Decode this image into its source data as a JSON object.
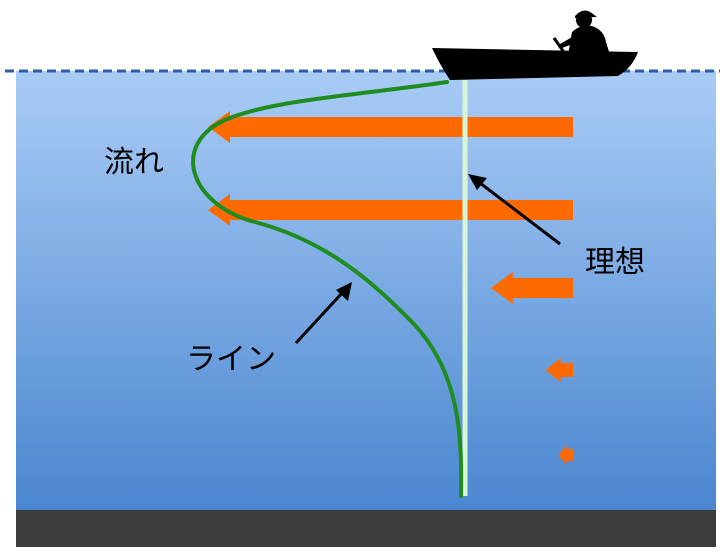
{
  "labels": {
    "current": "流れ",
    "line": "ライン",
    "ideal": "理想"
  },
  "colors": {
    "water_top": "#A9CCF6",
    "water_bottom": "#4A86D0",
    "seabed": "#3C3C3E",
    "surface_dash": "#2E5DA8",
    "current_arrow": "#FF6A00",
    "fishing_line": "#1E8C1E",
    "ideal_line": "#D8F5D8",
    "boat": "#000000",
    "pointer_arrow": "#000000"
  },
  "icons": {
    "boat": "rowboat-with-angler-icon"
  },
  "current_strength": [
    1.0,
    1.0,
    0.225,
    0.075,
    0.04
  ]
}
